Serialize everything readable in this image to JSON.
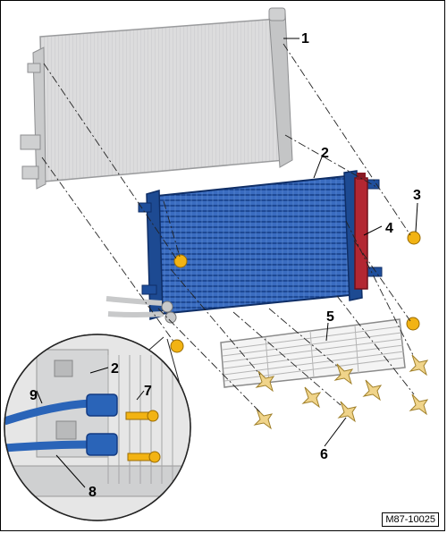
{
  "callouts": {
    "c1": "1",
    "c2": "2",
    "c3": "3",
    "c4": "4",
    "c5": "5",
    "c6": "6",
    "c7": "7",
    "c8": "8",
    "c9": "9",
    "c2_detail": "2"
  },
  "figure_code": "M87-10025",
  "colors": {
    "radiator": "#d9dadb",
    "condenser": "#1f4f9c",
    "condenser_dark": "#0f2e66",
    "dryer": "#b32732",
    "screw": "#f2b313",
    "clip": "#f0d48a",
    "pipe": "#2a64b8"
  }
}
